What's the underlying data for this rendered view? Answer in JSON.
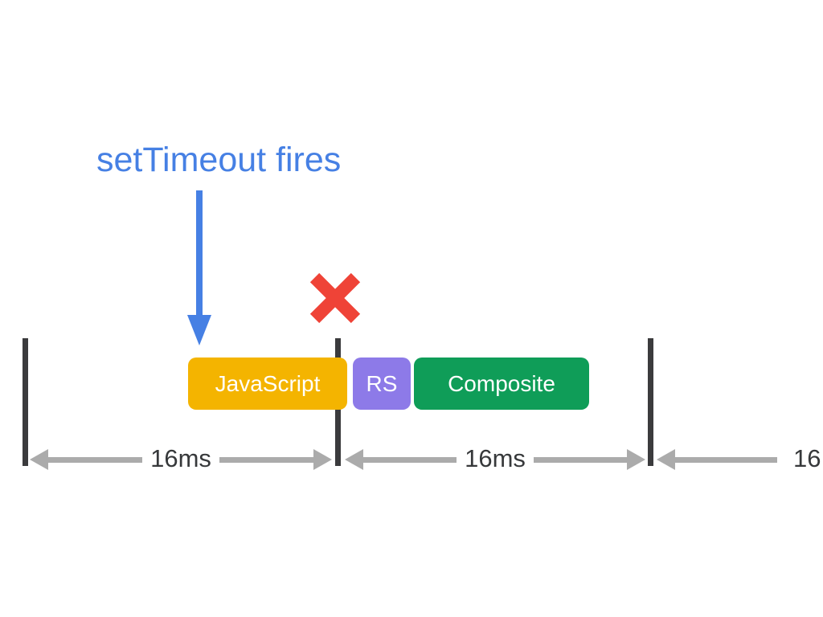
{
  "diagram": {
    "event_label": "setTimeout fires",
    "tasks": [
      {
        "label": "JavaScript",
        "color": "#F4B400"
      },
      {
        "label": "RS",
        "color": "#8D7AE8"
      },
      {
        "label": "Composite",
        "color": "#0F9D58"
      }
    ],
    "intervals": [
      {
        "label": "16ms"
      },
      {
        "label": "16ms"
      },
      {
        "label": "16"
      }
    ],
    "colors": {
      "event_blue": "#4680E4",
      "missed_frame_red": "#EF4337",
      "frame_line_dark": "#3B3B3D",
      "interval_arrow_gray": "#ABABAB",
      "interval_text_dark": "#37393B"
    }
  }
}
